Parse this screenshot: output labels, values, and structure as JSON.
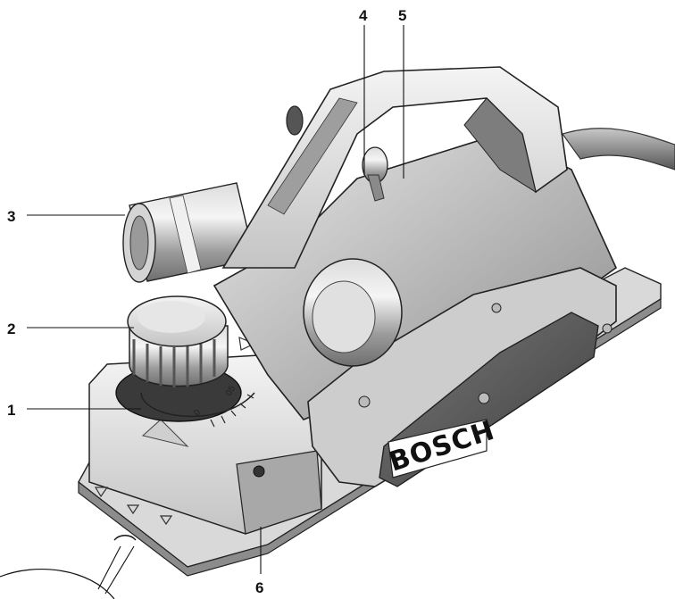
{
  "figure": {
    "brand_text": "BOSCH",
    "scale_labels": [
      "0",
      "05"
    ],
    "callouts": [
      {
        "id": "1",
        "label": "1"
      },
      {
        "id": "2",
        "label": "2"
      },
      {
        "id": "3",
        "label": "3"
      },
      {
        "id": "4",
        "label": "4"
      },
      {
        "id": "5",
        "label": "5"
      },
      {
        "id": "6",
        "label": "6"
      }
    ]
  }
}
